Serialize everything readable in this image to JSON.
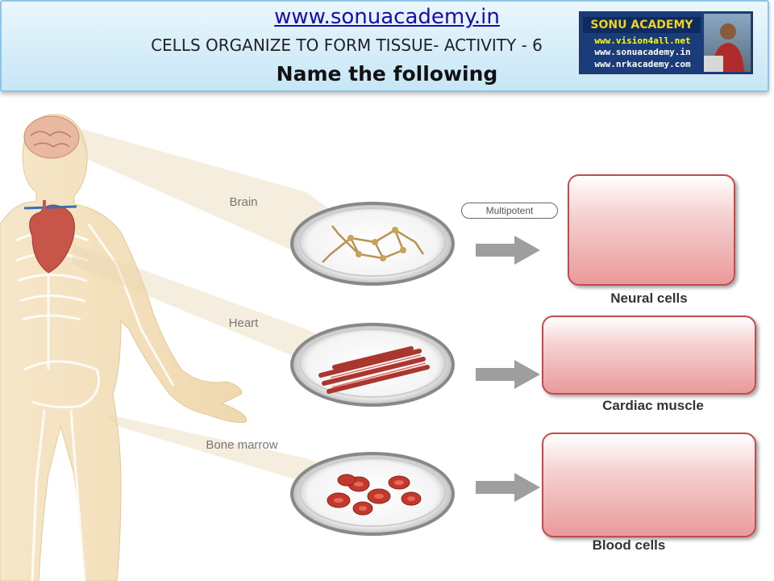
{
  "header": {
    "site_link": "www.sonuacademy.in",
    "subtitle": "CELLS ORGANIZE TO FORM TISSUE- ACTIVITY - 6",
    "instruction": "Name the following"
  },
  "logo": {
    "title": "SONU ACADEMY",
    "line1": "www.vision4all.net",
    "line2": "www.sonuacademy.in",
    "line3": "www.nrkacademy.com"
  },
  "diagram": {
    "source_labels": [
      "Brain",
      "Heart",
      "Bone marrow"
    ],
    "stem_cell_tag": "Multipotent",
    "cell_labels": [
      "Neural cells",
      "Cardiac muscle",
      "Blood cells"
    ]
  },
  "colors": {
    "header_bg": "#c7e6f6",
    "link": "#1a0dab",
    "answer_box": "#e99a9a",
    "answer_box_border": "#c24b4b"
  }
}
